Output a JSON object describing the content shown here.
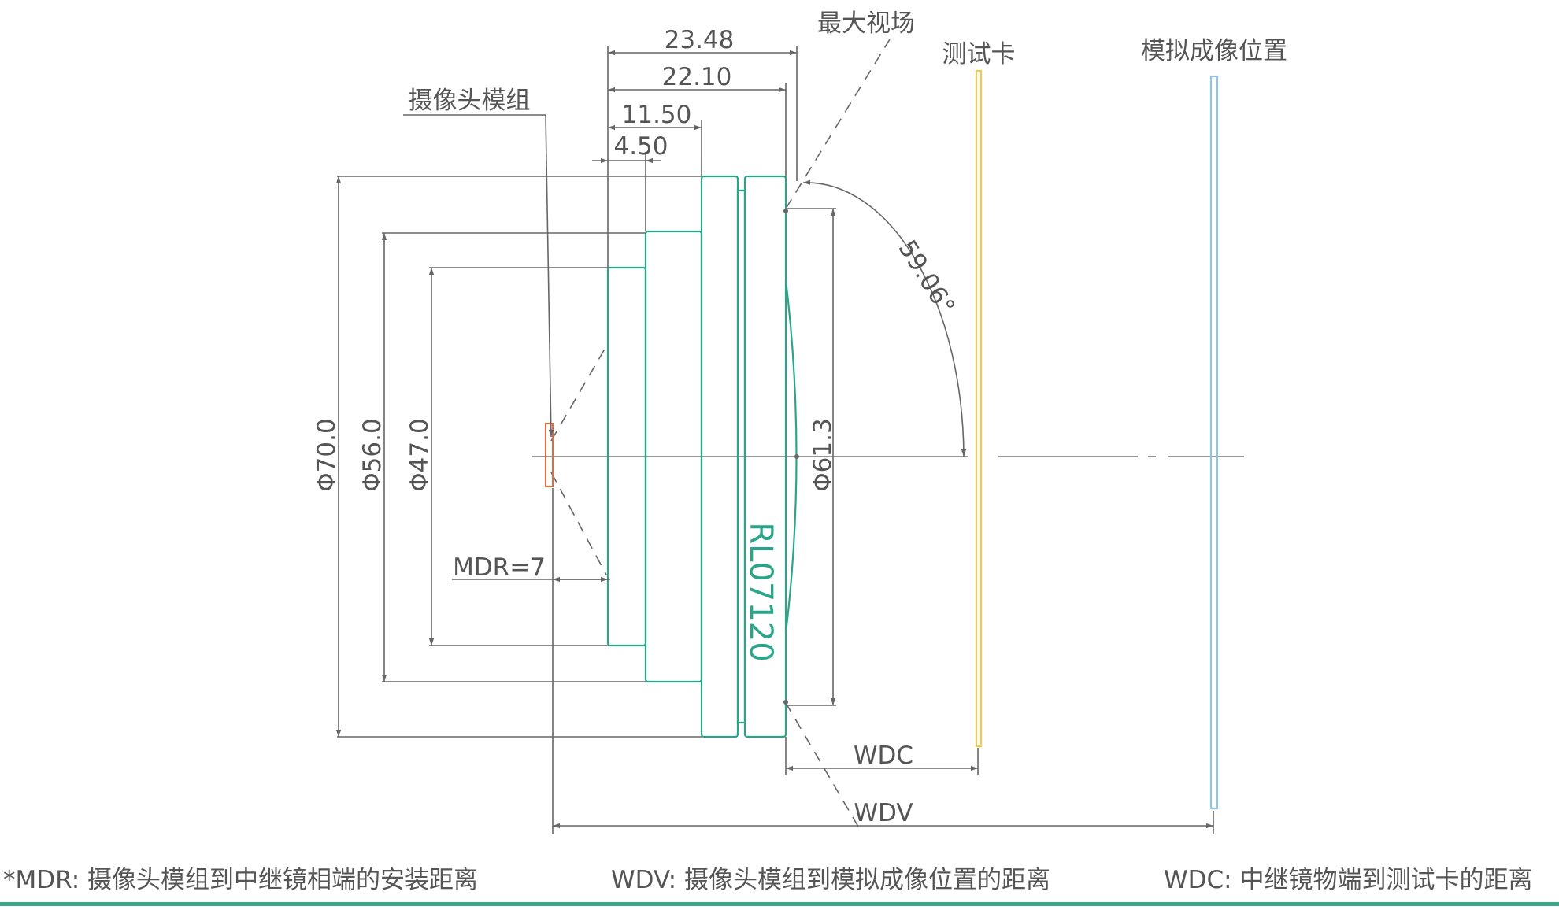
{
  "dimensions": {
    "d1": "23.48",
    "d2": "22.10",
    "d3": "11.50",
    "d4": "4.50",
    "phi70": "Φ70.0",
    "phi56": "Φ56.0",
    "phi47": "Φ47.0",
    "phi61": "Φ61.3",
    "angle": "59.06°",
    "mdr": "MDR=7",
    "wdc": "WDC",
    "wdv": "WDV"
  },
  "labels": {
    "max_fov": "最大视场",
    "test_card": "测试卡",
    "sim_image": "模拟成像位置",
    "camera_module": "摄像头模组",
    "model": "RL07120"
  },
  "footnotes": {
    "mdr": "*MDR: 摄像头模组到中继镜相端的安装距离",
    "wdv": "WDV: 摄像头模组到模拟成像位置的距离",
    "wdc": "WDC: 中继镜物端到测试卡的距离"
  },
  "colors": {
    "lens": "#2aa58a",
    "test_card": "#f2c94c",
    "sim_image": "#8fc4ea",
    "sensor": "#e46a3c",
    "footer_rule": "#3aa88a"
  }
}
